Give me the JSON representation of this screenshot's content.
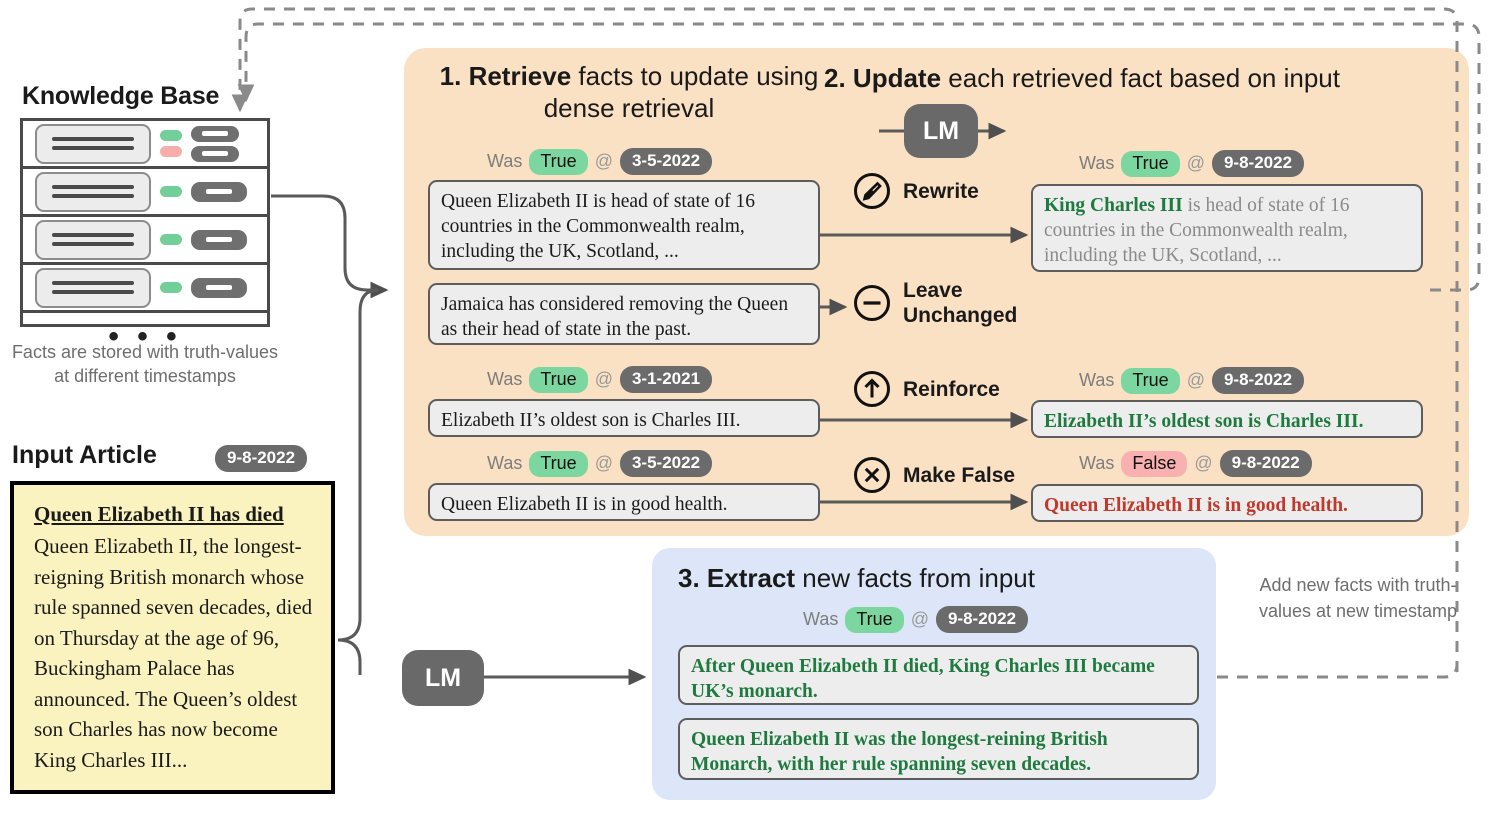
{
  "knowledge_base": {
    "title": "Knowledge Base",
    "caption": "Facts are stored with truth-values at different timestamps",
    "ellipsis": "• • •",
    "rows": [
      {
        "badges": [
          "green",
          "pink"
        ],
        "pills": 2
      },
      {
        "badges": [
          "green"
        ],
        "pills": 1
      },
      {
        "badges": [
          "green"
        ],
        "pills": 1
      },
      {
        "badges": [
          "green"
        ],
        "pills": 1
      }
    ]
  },
  "input_article": {
    "title": "Input Article",
    "date": "9-8-2022",
    "headline": "Queen Elizabeth II has died",
    "body": "Queen Elizabeth II, the longest-reigning British monarch whose rule spanned seven decades, died on Thursday at the age of 96, Buckingham Palace has announced. The Queen’s oldest son Charles has now become King Charles III..."
  },
  "steps": {
    "step1": {
      "number": "1.",
      "bold": "Retrieve",
      "rest": " facts to update using dense retrieval"
    },
    "step2": {
      "number": "2.",
      "bold": "Update",
      "rest": " each retrieved fact based on input"
    },
    "step3": {
      "number": "3.",
      "bold": "Extract",
      "rest": " new facts from input"
    }
  },
  "labels": {
    "was": "Was",
    "at": "@",
    "true": "True",
    "false": "False",
    "lm": "LM"
  },
  "retrieved_facts": [
    {
      "was": "Was",
      "truth": "True",
      "at": "@",
      "date": "3-5-2022",
      "text": "Queen Elizabeth II is head of state of 16 countries in the Commonwealth realm, including the UK, Scotland, ..."
    },
    {
      "was": "",
      "truth": "",
      "at": "",
      "date": "",
      "text": "Jamaica has considered removing the Queen as their head of state in the past."
    },
    {
      "was": "Was",
      "truth": "True",
      "at": "@",
      "date": "3-1-2021",
      "text": "Elizabeth II’s oldest son is Charles III."
    },
    {
      "was": "Was",
      "truth": "True",
      "at": "@",
      "date": "3-5-2022",
      "text": "Queen Elizabeth II is in good health."
    }
  ],
  "operations": [
    {
      "icon": "pencil-icon",
      "label": "Rewrite"
    },
    {
      "icon": "minus-icon",
      "label": "Leave Unchanged"
    },
    {
      "icon": "up-arrow-icon",
      "label": "Reinforce"
    },
    {
      "icon": "x-icon",
      "label": "Make False"
    }
  ],
  "updated_facts": [
    {
      "was": "Was",
      "truth": "True",
      "at": "@",
      "date": "9-8-2022",
      "highlight": "King Charles III",
      "text": " is head of state of 16 countries in the Commonwealth realm, including the UK, Scotland, ...",
      "style": "rewrite"
    },
    {
      "was": "Was",
      "truth": "True",
      "at": "@",
      "date": "9-8-2022",
      "highlight": "",
      "text": "Elizabeth II’s oldest son is Charles III.",
      "style": "reinforce"
    },
    {
      "was": "Was",
      "truth": "False",
      "at": "@",
      "date": "9-8-2022",
      "highlight": "",
      "text": "Queen Elizabeth II is in good health.",
      "style": "false"
    }
  ],
  "extracted": {
    "was": "Was",
    "truth": "True",
    "at": "@",
    "date": "9-8-2022",
    "facts": [
      "After Queen Elizabeth II died, King Charles III became UK’s monarch.",
      "Queen Elizabeth II was the longest-reining British Monarch, with her rule spanning seven decades."
    ]
  },
  "notes": {
    "add_new_facts": "Add new facts with truth-values at new timestamp"
  },
  "colors": {
    "panel_update": "#fbe1c4",
    "panel_extract": "#dce6f8",
    "true_badge": "#7bd69f",
    "false_badge": "#f8b0b0",
    "date_pill": "#6b6b6b",
    "green_text": "#1f7a3f",
    "red_text": "#c0392b",
    "article_bg": "#faf3bf"
  }
}
